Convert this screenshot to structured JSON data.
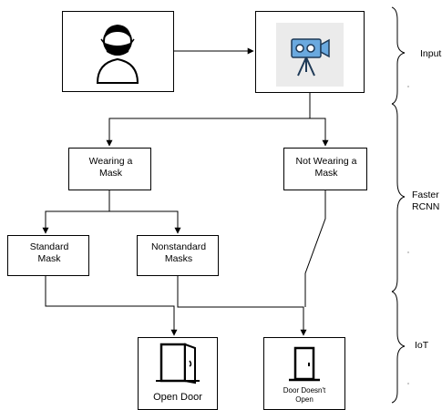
{
  "nodes": {
    "wearing": "Wearing a Mask",
    "not_wearing": "Not Wearing a Mask",
    "standard": "Standard Mask",
    "nonstandard": "Nonstandard Masks",
    "open_door": "Open Door",
    "door_doesnt_open": "Door Doesn't Open"
  },
  "stages": {
    "input": "Input",
    "faster_rcnn": "Faster RCNN",
    "iot": "IoT"
  }
}
